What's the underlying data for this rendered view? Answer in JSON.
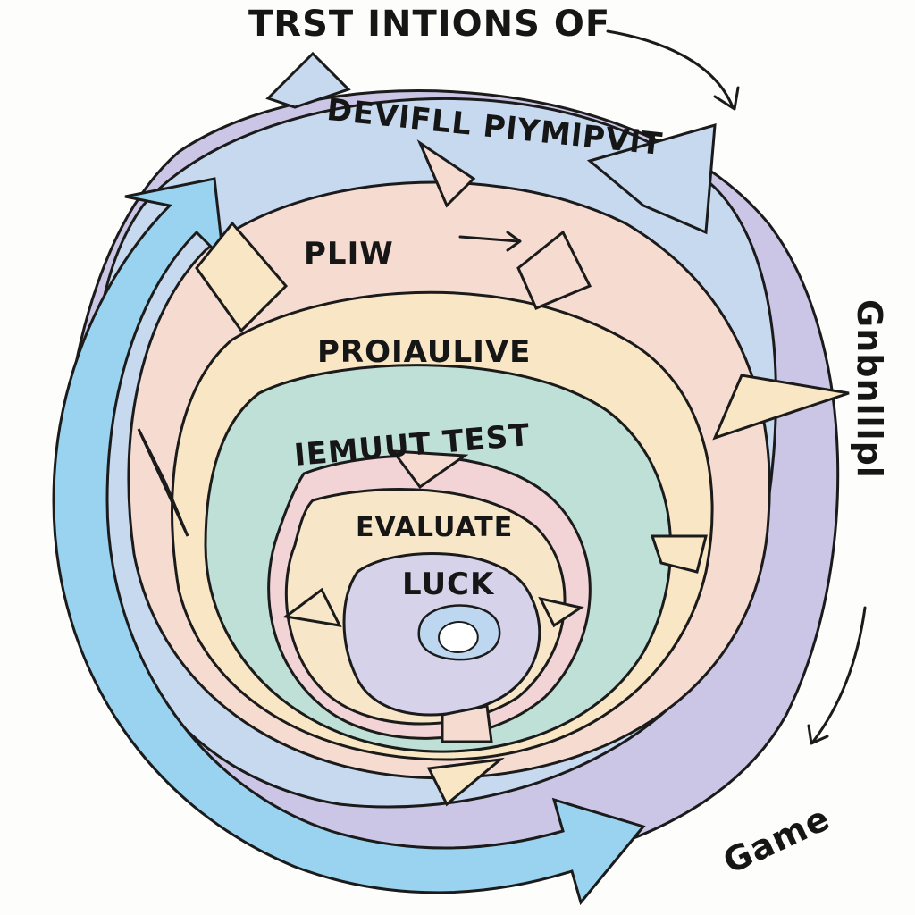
{
  "title": "TRST INTIONS OF",
  "side_label": "Gnbnlllpl",
  "bottom_label": "Game",
  "rings": [
    {
      "label": "DEVlFLL PlYMlPVlT",
      "color": "#c6d9ef"
    },
    {
      "label": "PLIW",
      "color": "#f6dcd0"
    },
    {
      "label": "PROIAULIVE",
      "color": "#f8e6c4"
    },
    {
      "label": "IEMUUT TEST",
      "color": "#bfe0d6"
    },
    {
      "label": "EVALUATE",
      "color": "#f7e7c8"
    },
    {
      "label": "LUCK",
      "color": "#d6d2ea"
    }
  ],
  "colors": {
    "outer_lavender": "#cbc5e6",
    "ring_blue": "#c6d9ef",
    "ring_peach": "#f6dcd0",
    "ring_yellow": "#f8e6c4",
    "ring_mint": "#bfe0d6",
    "ring_pink": "#f2d3d6",
    "ring_lilac": "#d6d2ea",
    "arrow_sky": "#9ad3ef",
    "ink": "#1b1b1b"
  }
}
